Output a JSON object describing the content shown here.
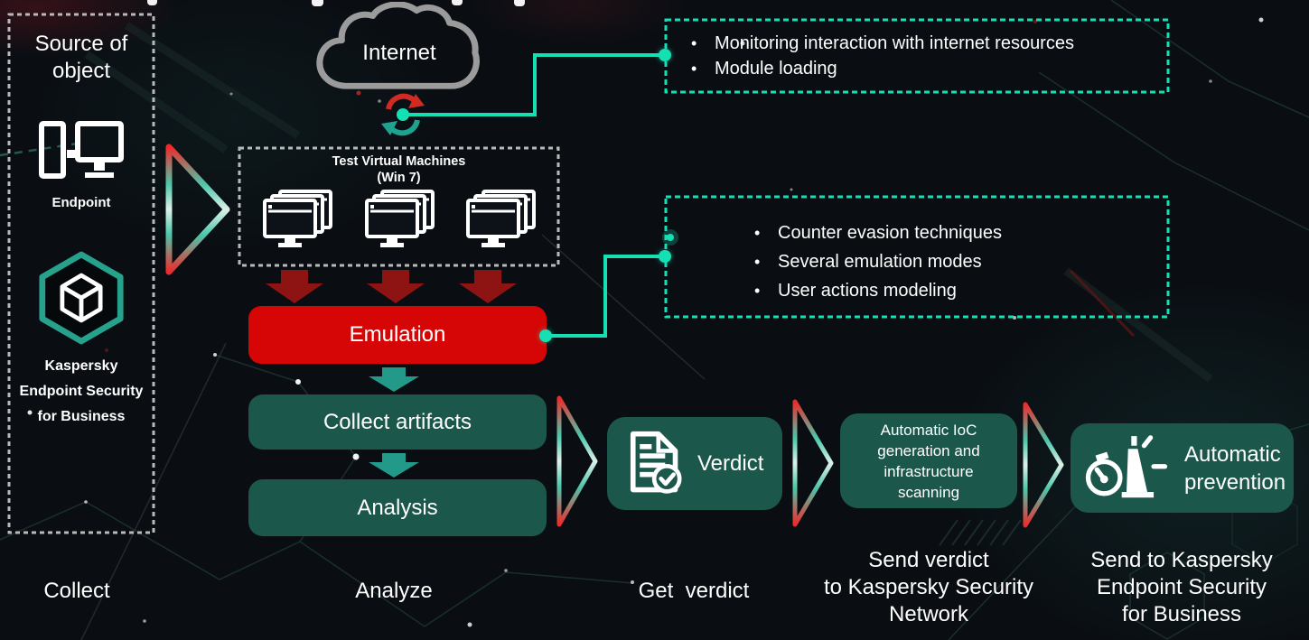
{
  "bullet": "•",
  "colors": {
    "accent_teal": "#14e0b4",
    "box_teal": "#1c574b",
    "box_red": "#d60606",
    "arrow_dark_red": "#8e1313",
    "arrow_teal": "#23998a",
    "hexagon_teal": "#26a28c",
    "cloud_gray": "#9b9b9b",
    "dashed_gray": "#b9b9b9"
  },
  "source_box": {
    "title": "Source of object",
    "endpoint_label": "Endpoint",
    "product_lines": [
      "Kaspersky",
      "Endpoint Security",
      "for Business"
    ]
  },
  "internet": {
    "label": "Internet"
  },
  "callout_internet": {
    "items": [
      "Monitoring interaction with internet resources",
      "Module loading"
    ]
  },
  "vm_box": {
    "title": "Test Virtual Machines",
    "subtitle": "(Win 7)"
  },
  "emulation_box": {
    "label": "Emulation"
  },
  "callout_emulation": {
    "items": [
      "Counter evasion techniques",
      "Several emulation modes",
      "User actions modeling"
    ]
  },
  "flow": {
    "collect_artifacts": "Collect artifacts",
    "analysis": "Analysis",
    "verdict": "Verdict",
    "ioc_lines": [
      "Automatic IoC",
      "generation and",
      "infrastructure",
      "scanning"
    ],
    "prevention_lines": [
      "Automatic",
      "prevention"
    ]
  },
  "stages": {
    "collect": "Collect",
    "analyze": "Analyze",
    "get_verdict": "Get  verdict",
    "send_verdict_lines": [
      "Send verdict",
      "to Kaspersky Security",
      "Network"
    ],
    "send_to_kesb_lines": [
      "Send to Kaspersky",
      "Endpoint Security",
      "for Business"
    ]
  }
}
